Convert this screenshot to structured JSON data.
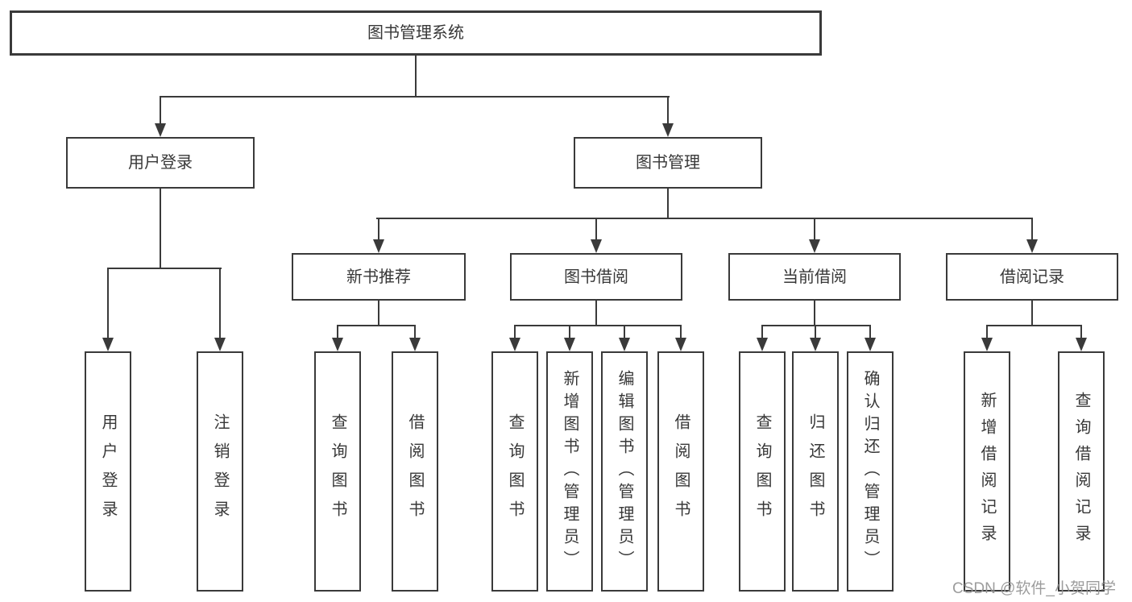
{
  "colors": {
    "line": "#3a3a3a",
    "box_border": "#3a3a3a",
    "text": "#383838",
    "watermark": "#949494",
    "background": "#ffffff"
  },
  "nodes": {
    "root": "图书管理系统",
    "user_login": "用户登录",
    "book_mgmt": "图书管理",
    "new_book_rec": "新书推荐",
    "book_borrow": "图书借阅",
    "current_borrow": "当前借阅",
    "borrow_record": "借阅记录",
    "ul_login": "用户登录",
    "ul_logout": "注销登录",
    "nb_query": "查询图书",
    "nb_borrow": "借阅图书",
    "bb_query": "查询图书",
    "bb_add": "新增图书（管理员）",
    "bb_edit": "编辑图书（管理员）",
    "bb_borrow": "借阅图书",
    "cb_query": "查询图书",
    "cb_return": "归还图书",
    "cb_confirm": "确认归还（管理员）",
    "br_add": "新增借阅记录",
    "br_query": "查询借阅记录"
  },
  "watermark": "CSDN @软件_小贺同学"
}
